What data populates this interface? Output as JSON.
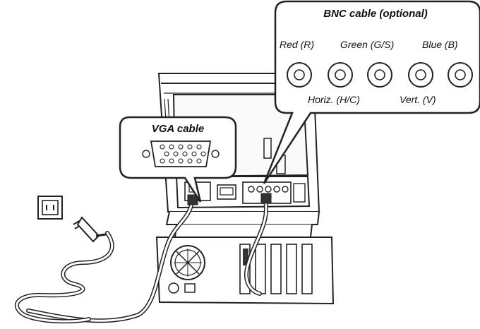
{
  "bnc_callout": {
    "title": "BNC cable (optional)",
    "labels": {
      "red": "Red (R)",
      "green": "Green (G/S)",
      "blue": "Blue (B)",
      "horiz": "Horiz. (H/C)",
      "vert": "Vert. (V)"
    }
  },
  "vga_callout": {
    "title": "VGA cable"
  },
  "icons": [
    "wall-outlet-icon",
    "power-plug-icon",
    "bnc-connector-icon",
    "vga-connector-icon",
    "fan-grille-icon"
  ]
}
